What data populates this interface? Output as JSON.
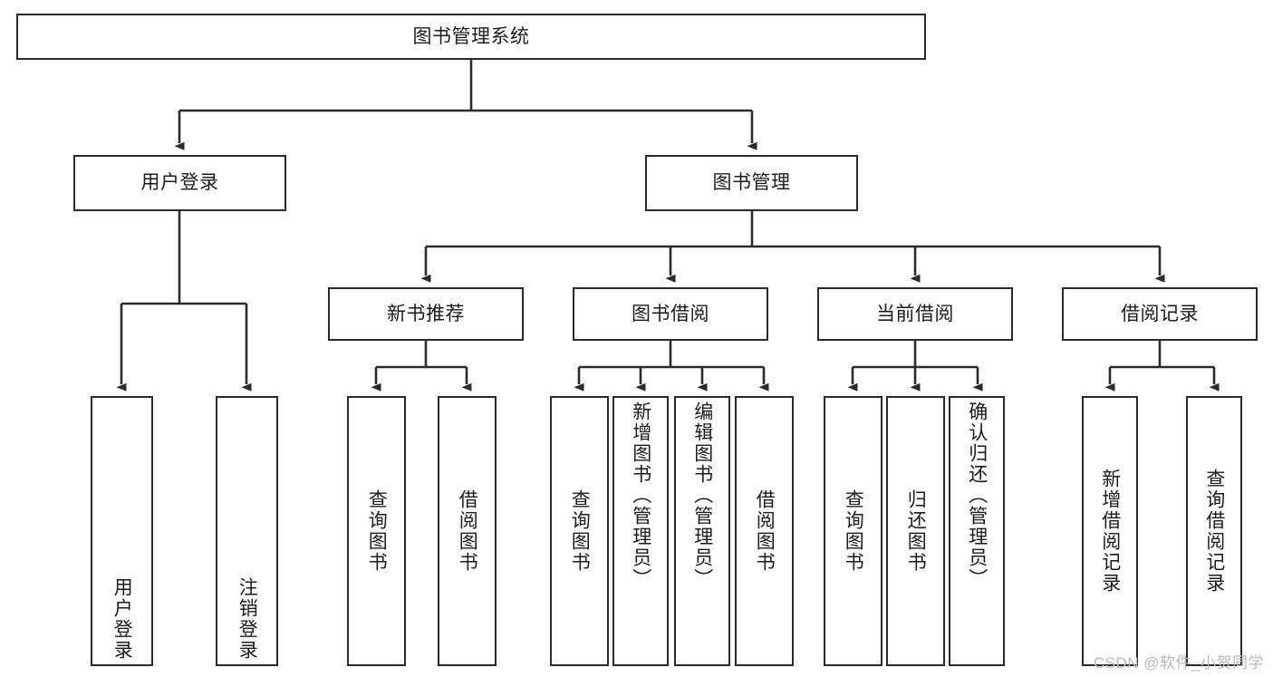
{
  "diagram": {
    "title": "图书管理系统",
    "type": "tree-hierarchy",
    "root": {
      "label": "图书管理系统"
    },
    "level2": [
      {
        "label": "用户登录"
      },
      {
        "label": "图书管理"
      }
    ],
    "level3": [
      {
        "label": "新书推荐"
      },
      {
        "label": "图书借阅"
      },
      {
        "label": "当前借阅"
      },
      {
        "label": "借阅记录"
      }
    ],
    "leaves": {
      "user_login": [
        {
          "label": "用户登录"
        },
        {
          "label": "注销登录"
        }
      ],
      "new_book_recommend": [
        {
          "label": "查询图书"
        },
        {
          "label": "借阅图书"
        }
      ],
      "book_borrow": [
        {
          "label": "查询图书"
        },
        {
          "label": "新增图书（管理员）"
        },
        {
          "label": "编辑图书（管理员）"
        },
        {
          "label": "借阅图书"
        }
      ],
      "current_borrow": [
        {
          "label": "查询图书"
        },
        {
          "label": "归还图书"
        },
        {
          "label": "确认归还（管理员）"
        }
      ],
      "borrow_records": [
        {
          "label": "新增借阅记录"
        },
        {
          "label": "查询借阅记录"
        }
      ]
    }
  },
  "watermark": {
    "text": "CSDN @软件_小贺同学"
  },
  "colors": {
    "stroke": "#2b2b2b",
    "fill": "#ffffff",
    "text": "#1c1c1c",
    "watermark": "#b9b9b9"
  }
}
